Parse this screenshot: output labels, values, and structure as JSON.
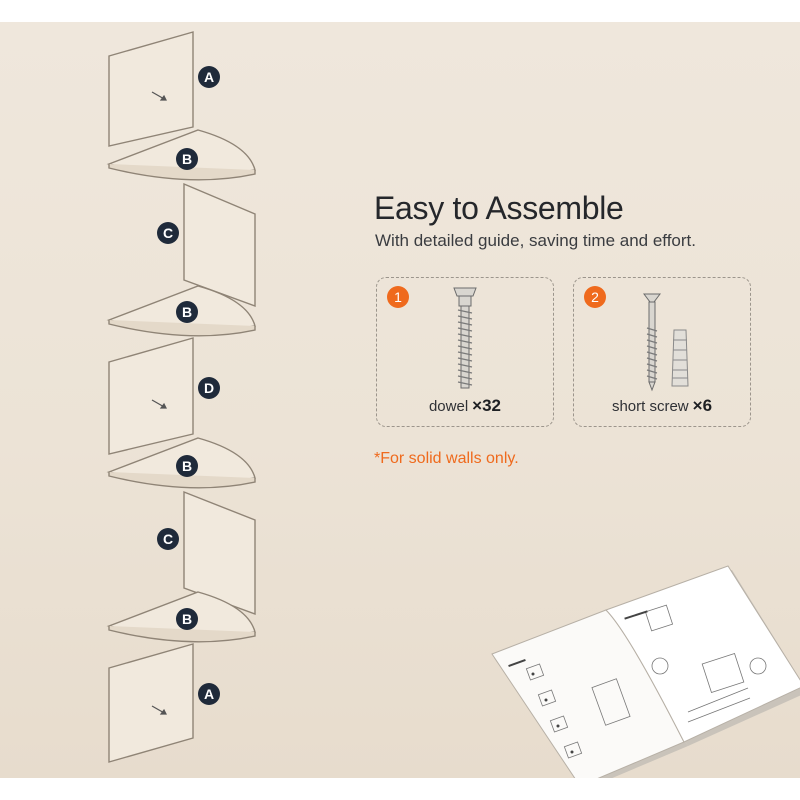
{
  "headline": "Easy to Assemble",
  "subtitle": "With detailed guide, saving time and effort.",
  "hardware": [
    {
      "step": "1",
      "name": "dowel",
      "quantity": "×32",
      "icon": "dowel-screw-icon"
    },
    {
      "step": "2",
      "name": "short screw",
      "quantity": "×6",
      "icon": "screw-with-anchor-icon"
    }
  ],
  "note": "*For solid walls only.",
  "diagram_labels": [
    "A",
    "B",
    "C",
    "B",
    "D",
    "B",
    "C",
    "B",
    "A"
  ],
  "colors": {
    "background": "#ece3d6",
    "accent": "#ef6a1d",
    "text": "#25272b",
    "badge": "#1f2a3a"
  }
}
